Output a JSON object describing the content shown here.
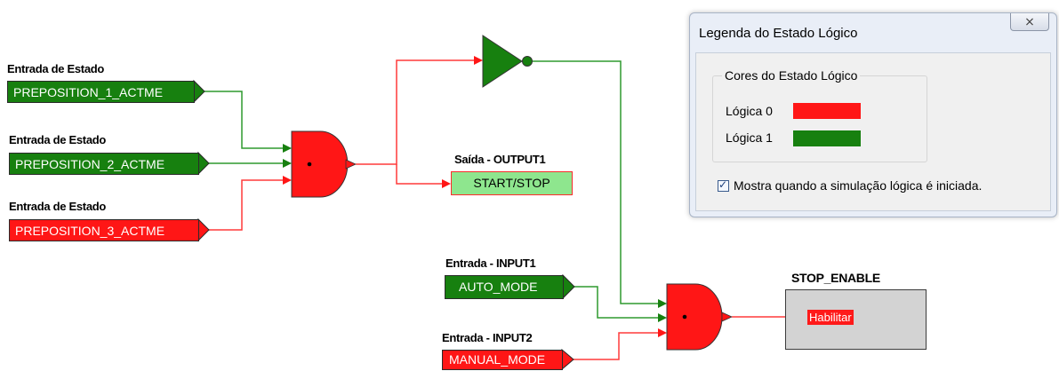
{
  "colors": {
    "logic0": "#ff1616",
    "logic1": "#17800f",
    "wire_red": "#ff3a3a",
    "wire_green": "#2e9a2e"
  },
  "inputs_state": [
    {
      "caption": "Entrada de Estado",
      "value": "PREPOSITION_1_ACTME",
      "logic": 1
    },
    {
      "caption": "Entrada de Estado",
      "value": "PREPOSITION_2_ACTME",
      "logic": 1
    },
    {
      "caption": "Entrada de Estado",
      "value": "PREPOSITION_3_ACTME",
      "logic": 0
    }
  ],
  "inputs_io": [
    {
      "caption": "Entrada - INPUT1",
      "value": "AUTO_MODE",
      "logic": 1
    },
    {
      "caption": "Entrada - INPUT2",
      "value": "MANUAL_MODE",
      "logic": 0
    }
  ],
  "output": {
    "caption": "Saída - OUTPUT1",
    "value": "START/STOP",
    "logic": 0
  },
  "stop_enable": {
    "caption": "STOP_ENABLE",
    "input_label": "Habilitar",
    "logic": 0
  },
  "legend_dialog": {
    "title": "Legenda do Estado Lógico",
    "close_glyph": "⨯",
    "group_title": "Cores do Estado Lógico",
    "logic0_label": "Lógica 0",
    "logic1_label": "Lógica 1",
    "checkbox_label": "Mostra quando a simulação lógica é iniciada.",
    "checkbox_checked": true,
    "check_glyph": "✓"
  }
}
